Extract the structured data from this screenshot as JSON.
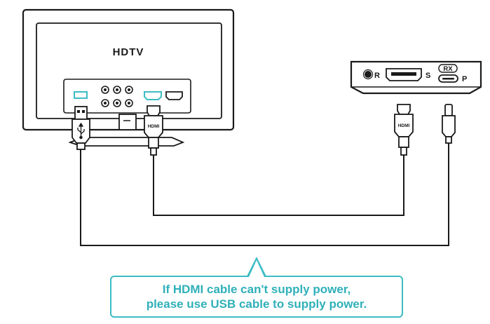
{
  "tv": {
    "label": "HDTV",
    "hdmi_plug_label": "HDMI"
  },
  "receiver": {
    "port_r_label": "R",
    "port_s_label": "S",
    "port_p_label": "P",
    "rx_badge": "RX",
    "hdmi_plug_label": "HDMI"
  },
  "callout": {
    "line1": "If HDMI cable can't supply power,",
    "line2": "please use USB cable to supply power."
  },
  "colors": {
    "accent": "#3dbcc4",
    "callout_text": "#2fb0b9",
    "outline": "#1a1a1a"
  }
}
